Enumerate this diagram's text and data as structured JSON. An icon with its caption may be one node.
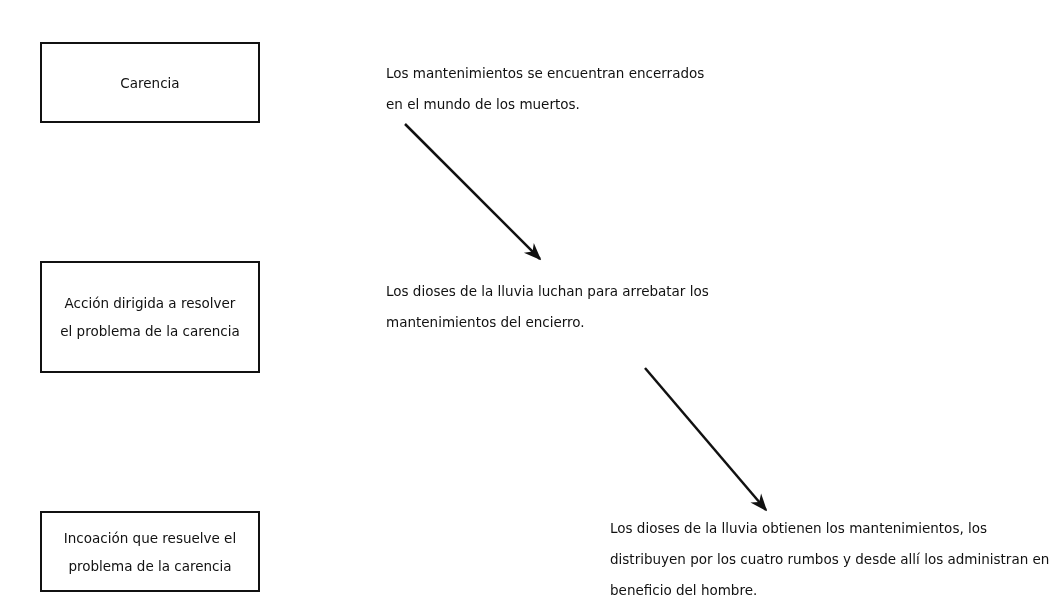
{
  "diagram": {
    "nodes": [
      {
        "text": [
          "Carencia"
        ]
      },
      {
        "text": [
          "Los mantenimientos se encuentran encerrados en el mundo de los muertos."
        ]
      },
      {
        "text": [
          "Acción dirigida a resolver el problema de la carencia"
        ]
      },
      {
        "text": [
          "Los dioses de la lluvia luchan para arrebatar los mantenimientos del encierro."
        ]
      },
      {
        "text": [
          "Incoación que resuelve el problema de la carencia"
        ]
      },
      {
        "text": [
          "Los dioses de la lluvia obtienen los mantenimientos, los distribuyen por los cuatro rumbos y desde allí los administran en beneficio del hombre."
        ]
      }
    ],
    "edges": [
      {
        "from": 1,
        "to": 3,
        "arrow": "to"
      },
      {
        "from": 3,
        "to": 5,
        "arrow": "to"
      }
    ]
  }
}
